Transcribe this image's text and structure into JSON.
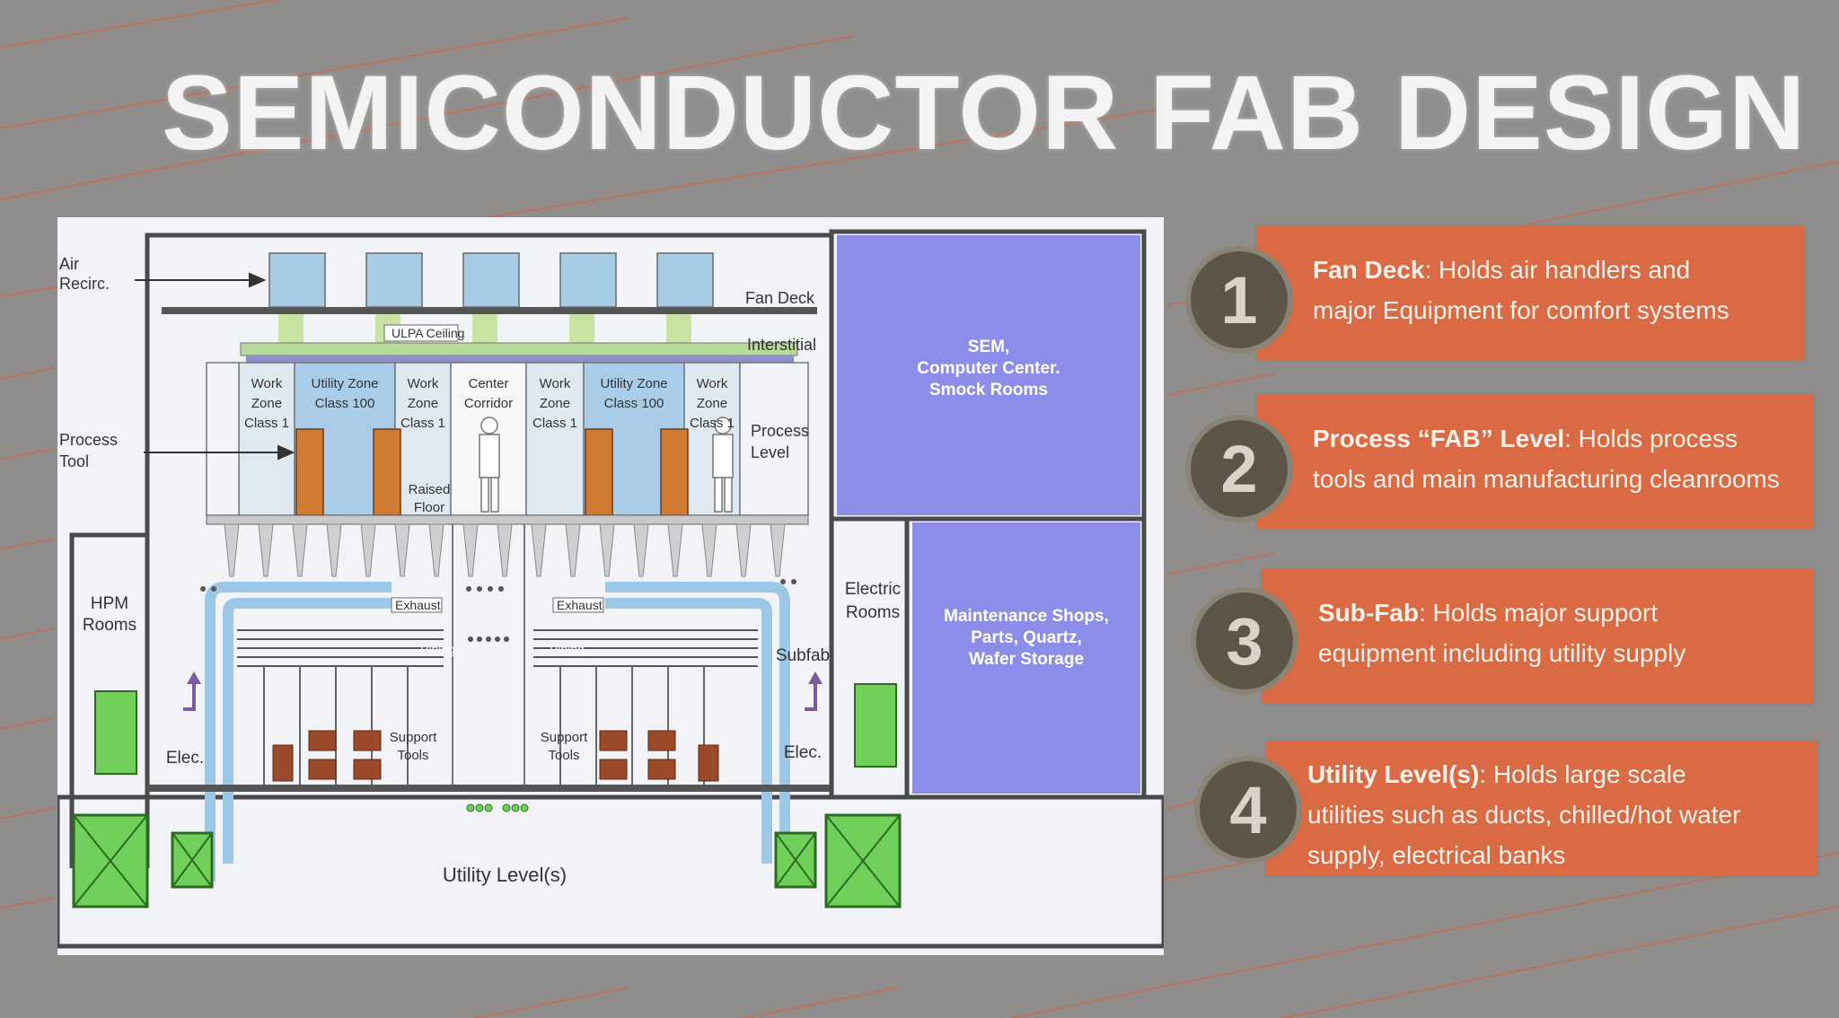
{
  "slide": {
    "title": "SEMICONDUCTOR FAB DESIGN"
  },
  "diagram": {
    "labels": {
      "air_recirc_1": "Air",
      "air_recirc_2": "Recirc.",
      "fan_deck": "Fan Deck",
      "ulpa_ceiling": "ULPA Ceiling",
      "interstitial": "Interstitial",
      "process_tool_1": "Process",
      "process_tool_2": "Tool",
      "process_level_1": "Process",
      "process_level_2": "Level",
      "work": "Work",
      "zone": "Zone",
      "class1": "Class 1",
      "utility_zone": "Utility Zone",
      "class100": "Class 100",
      "center": "Center",
      "corridor": "Corridor",
      "raised": "Raised",
      "floor": "Floor",
      "exhaust": "Exhaust",
      "piping": "Piping",
      "support": "Support",
      "tools": "Tools",
      "hpm_1": "HPM",
      "hpm_2": "Rooms",
      "elec": "Elec.",
      "subfab": "Subfab",
      "electric_1": "Electric",
      "electric_2": "Rooms",
      "sem_1": "SEM,",
      "sem_2": "Computer Center.",
      "sem_3": "Smock Rooms",
      "maint_1": "Maintenance Shops,",
      "maint_2": "Parts, Quartz,",
      "maint_3": "Wafer Storage",
      "utility_levels": "Utility Level(s)"
    }
  },
  "callouts": [
    {
      "number": "1",
      "term": "Fan Deck",
      "line1": ": Holds air handlers and",
      "line2": "major Equipment for comfort systems",
      "line3": ""
    },
    {
      "number": "2",
      "term": "Process “FAB” Level",
      "line1": ": Holds process",
      "line2": "tools and main manufacturing cleanrooms",
      "line3": ""
    },
    {
      "number": "3",
      "term": "Sub-Fab",
      "line1": ": Holds major support",
      "line2": "equipment including utility supply",
      "line3": ""
    },
    {
      "number": "4",
      "term": "Utility Level(s)",
      "line1": ": Holds large scale",
      "line2": "utilities such as ducts, chilled/hot water",
      "line3": "supply, electrical banks"
    }
  ],
  "colors": {
    "background": "#8f8e8c",
    "callout_box": "#d96a43",
    "badge": "#5d5548",
    "purple_room": "#8b8de8",
    "green_equipment": "#6fd15a",
    "duct_blue": "#9cc8e6"
  }
}
